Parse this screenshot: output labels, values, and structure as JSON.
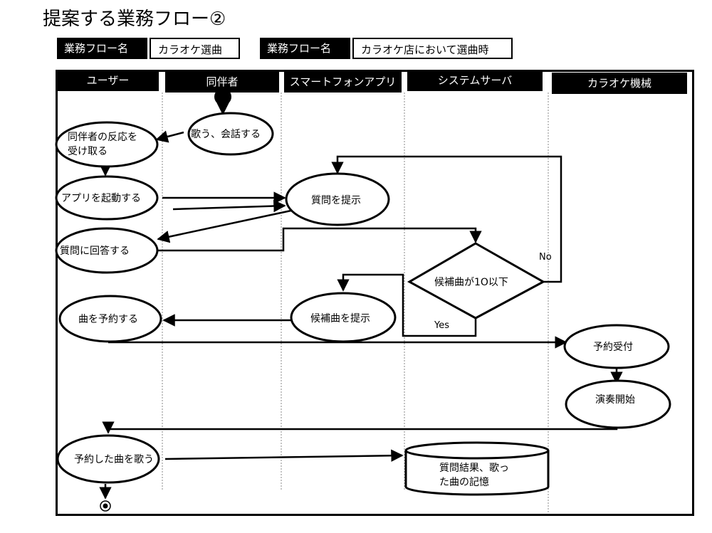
{
  "title": "提案する業務フロー②",
  "flow_name_boxes": [
    {
      "label": "業務フロー名",
      "value": "カラオケ選曲"
    },
    {
      "label": "業務フロー名",
      "value": "カラオケ店において選曲時"
    }
  ],
  "lanes": [
    "ユーザー",
    "同伴者",
    "スマートフォンアプリ",
    "システムサーバ",
    "カラオケ機械"
  ],
  "nodes": {
    "sing_talk": "歌う、会話する",
    "receive_reaction_1": "同伴者の反応を",
    "receive_reaction_2": "受け取る",
    "launch_app": "アプリを起動する",
    "present_question": "質問を提示",
    "answer_question": "質問に回答する",
    "candidates_check": "候補曲が1O以下",
    "present_candidates": "候補曲を提示",
    "reserve_song": "曲を予約する",
    "accept_reservation": "予約受付",
    "start_performance": "演奏開始",
    "sing_reserved": "予約した曲を歌う",
    "db_1": "質問結果、歌っ",
    "db_2": "た曲の記憶"
  },
  "edge_labels": {
    "no": "No",
    "yes": "Yes"
  }
}
